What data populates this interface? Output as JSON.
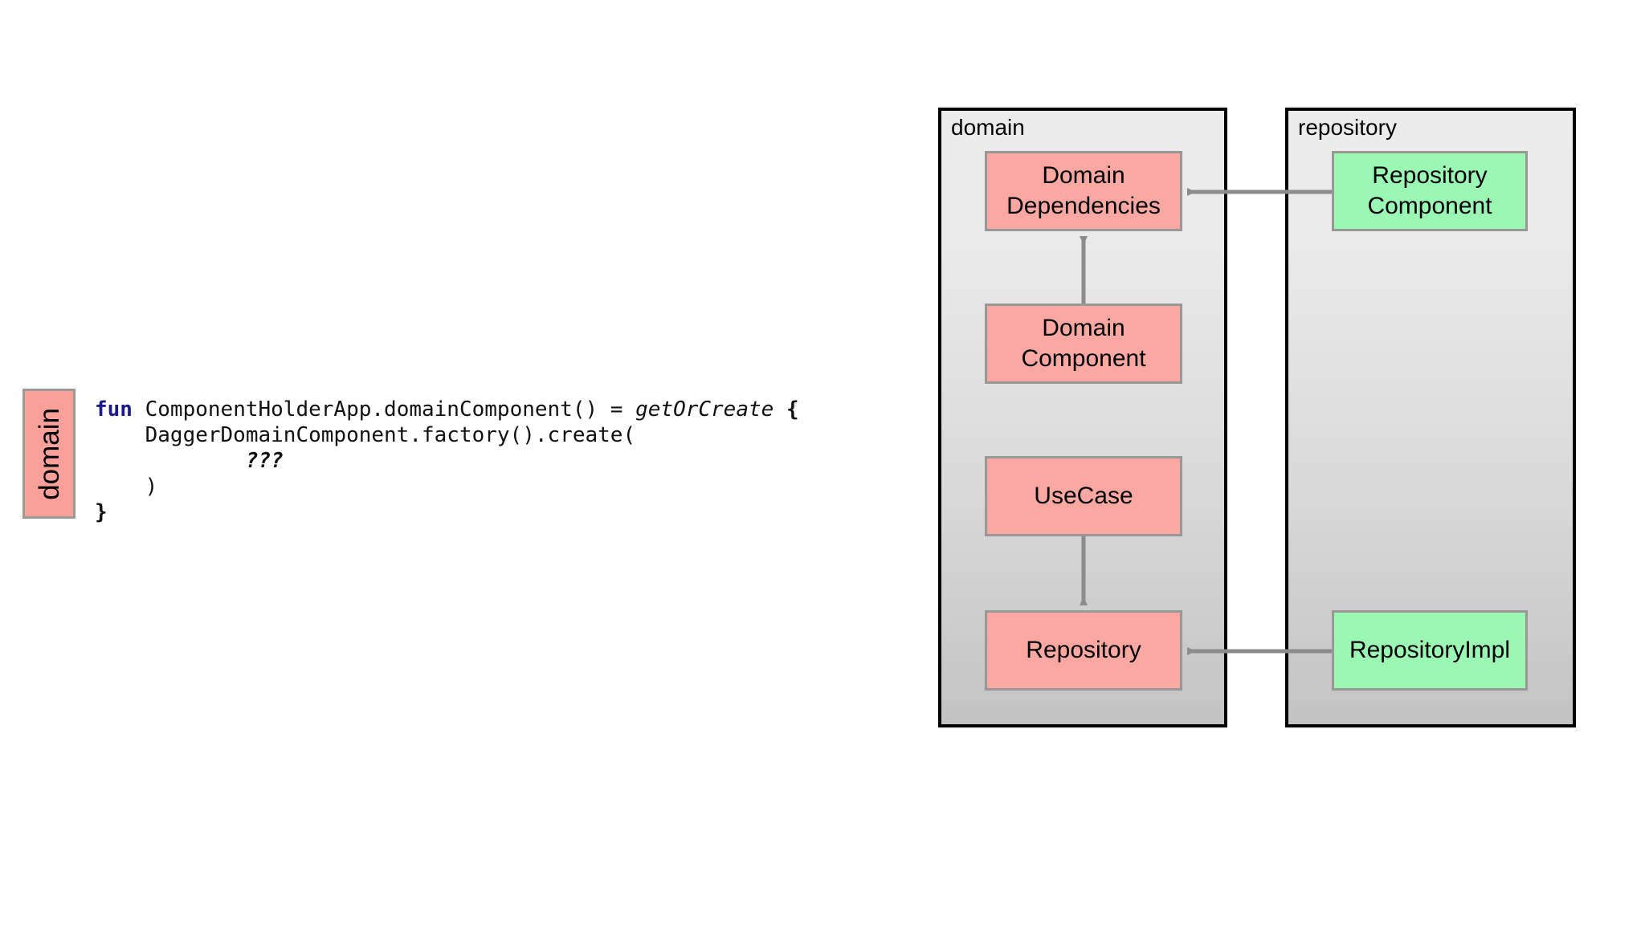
{
  "code_panel": {
    "module_badge": "domain",
    "lines": [
      {
        "id": "l1",
        "segments": [
          {
            "text": "fun ",
            "style": "keyword"
          },
          {
            "text": "ComponentHolderApp.domainComponent() = ",
            "style": "plain"
          },
          {
            "text": "getOrCreate",
            "style": "italic"
          },
          {
            "text": " ",
            "style": "plain"
          },
          {
            "text": "{",
            "style": "brace"
          }
        ]
      },
      {
        "id": "l2",
        "segments": [
          {
            "text": "    DaggerDomainComponent.factory().create(",
            "style": "plain"
          }
        ]
      },
      {
        "id": "l3",
        "segments": [
          {
            "text": "            ",
            "style": "plain"
          },
          {
            "text": "???",
            "style": "italic-bold"
          }
        ]
      },
      {
        "id": "l4",
        "segments": [
          {
            "text": "    )",
            "style": "plain"
          }
        ]
      },
      {
        "id": "l5",
        "segments": [
          {
            "text": "}",
            "style": "brace"
          }
        ]
      }
    ],
    "plain_text": "fun ComponentHolderApp.domainComponent() = getOrCreate {\n    DaggerDomainComponent.factory().create(\n            ???\n    )\n}"
  },
  "diagram": {
    "panels": [
      {
        "id": "domain",
        "label": "domain"
      },
      {
        "id": "repository",
        "label": "repository"
      }
    ],
    "nodes": [
      {
        "id": "domain-dependencies",
        "label": "Domain\nDependencies",
        "line1": "Domain",
        "line2": "Dependencies",
        "panel": "domain",
        "color": "pink"
      },
      {
        "id": "domain-component",
        "label": "Domain\nComponent",
        "line1": "Domain",
        "line2": "Component",
        "panel": "domain",
        "color": "pink"
      },
      {
        "id": "usecase",
        "label": "UseCase",
        "line1": "UseCase",
        "line2": "",
        "panel": "domain",
        "color": "pink"
      },
      {
        "id": "repository",
        "label": "Repository",
        "line1": "Repository",
        "line2": "",
        "panel": "domain",
        "color": "pink"
      },
      {
        "id": "repository-component",
        "label": "Repository\nComponent",
        "line1": "Repository",
        "line2": "Component",
        "panel": "repository",
        "color": "green"
      },
      {
        "id": "repository-impl",
        "label": "RepositoryImpl",
        "line1": "RepositoryImpl",
        "line2": "",
        "panel": "repository",
        "color": "green"
      }
    ],
    "edges": [
      {
        "id": "edge-repcomp-to-domaindeps",
        "from": "repository-component",
        "to": "domain-dependencies",
        "direction": "left"
      },
      {
        "id": "edge-domaincomp-to-domaindeps",
        "from": "domain-component",
        "to": "domain-dependencies",
        "direction": "up"
      },
      {
        "id": "edge-usecase-to-repository",
        "from": "usecase",
        "to": "repository",
        "direction": "down"
      },
      {
        "id": "edge-repimpl-to-repository",
        "from": "repository-impl",
        "to": "repository",
        "direction": "left"
      }
    ]
  },
  "colors": {
    "node_pink": "#fca8a2",
    "node_green": "#9bf7b4",
    "node_border": "#989898",
    "panel_border": "#000000",
    "panel_bg_top": "#ececec",
    "panel_bg_bottom": "#c3c3c3",
    "arrow": "#8c8c8c",
    "keyword": "#1a1a8c",
    "code_text": "#111111",
    "page_bg": "#ffffff"
  }
}
